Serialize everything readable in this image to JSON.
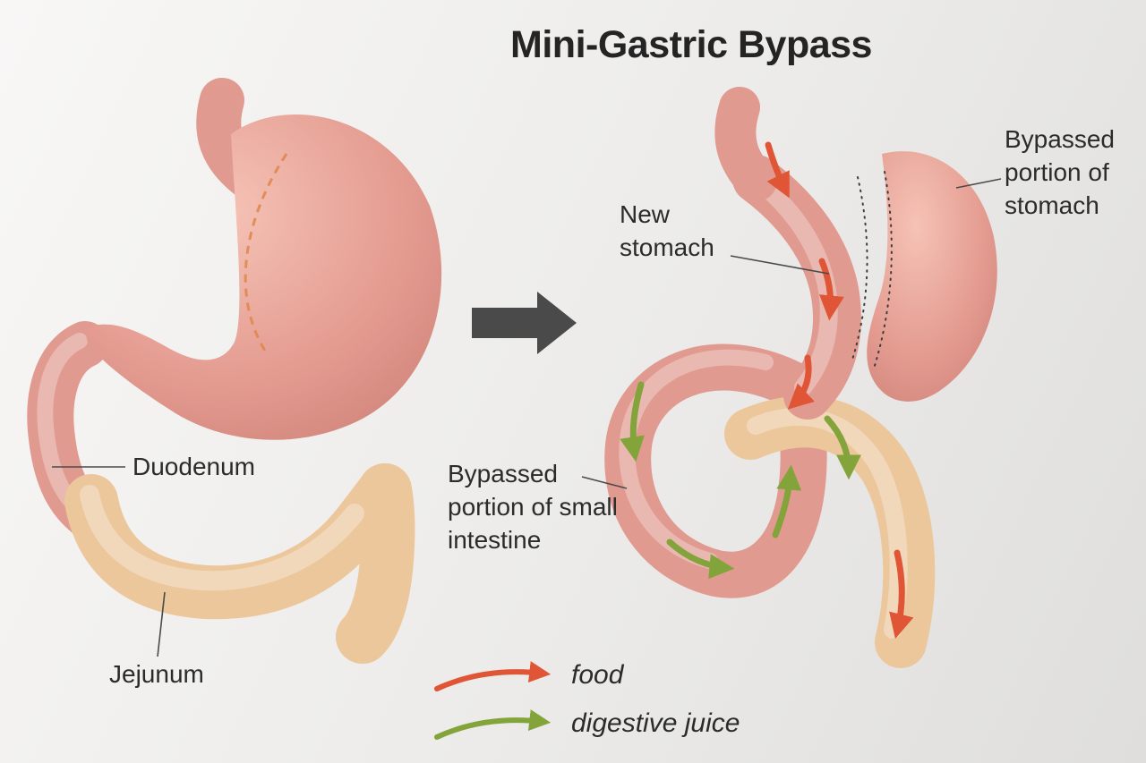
{
  "title": "Mini-Gastric Bypass",
  "before": {
    "labels": {
      "duodenum": "Duodenum",
      "jejunum": "Jejunum"
    }
  },
  "after": {
    "labels": {
      "new_stomach": "New stomach",
      "bypassed_stomach": "Bypassed portion of stomach",
      "bypassed_small_intestine": "Bypassed portion of small intestine"
    }
  },
  "legend": {
    "food": "food",
    "digestive_juice": "digestive juice"
  },
  "colors": {
    "food_arrow": "#e05535",
    "juice_arrow": "#83a43b",
    "transform_arrow": "#4a4a4a",
    "staple_line_dashed": "#e0874f",
    "text": "#2b2b2b",
    "stomach_pink": "#e09a90",
    "intestine_tan": "#ecc79c"
  }
}
